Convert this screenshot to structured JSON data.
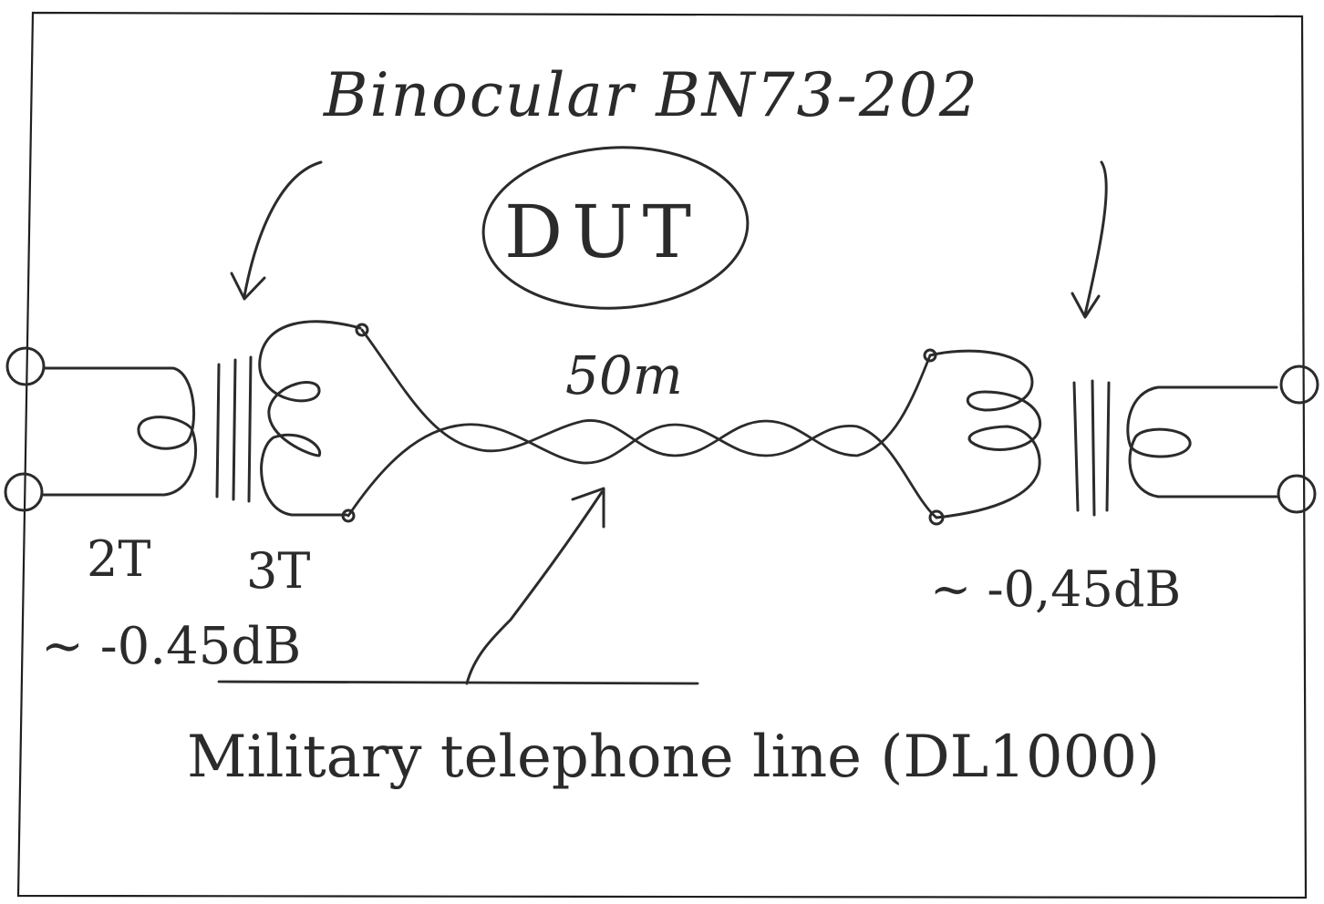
{
  "title": "Binocular BN73-202",
  "dut_label": "DUT",
  "line_length": "50m",
  "left_primary_turns": "2T",
  "left_secondary_turns": "3T",
  "left_loss": "~ -0.45dB",
  "right_loss": "~ -0,45dB",
  "line_description": "Military telephone line (DL1000)",
  "colors": {
    "ink": "#2b2b2b",
    "paper": "#ffffff"
  }
}
